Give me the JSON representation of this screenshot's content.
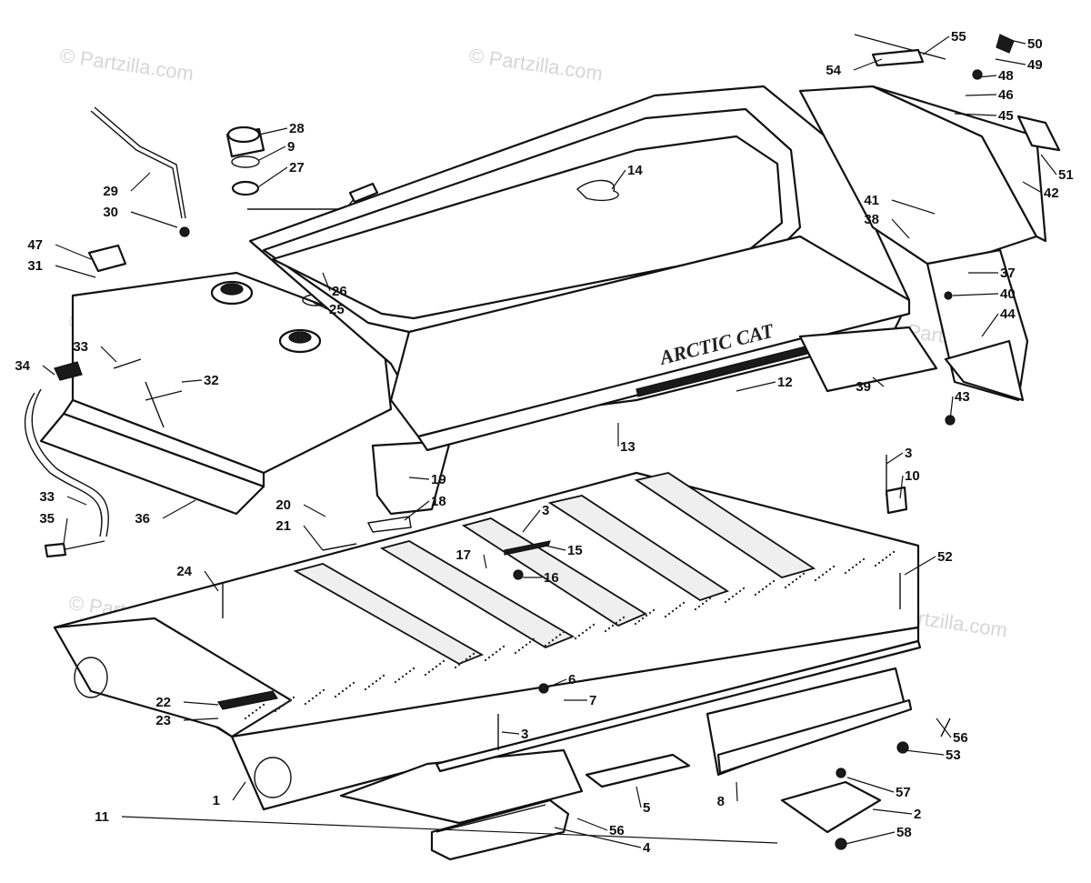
{
  "watermark": "© Partzilla.com",
  "brand_text": "ARCTIC CAT",
  "callouts": [
    "1",
    "2",
    "3",
    "3",
    "3",
    "4",
    "5",
    "6",
    "7",
    "8",
    "9",
    "10",
    "11",
    "12",
    "13",
    "14",
    "15",
    "16",
    "17",
    "18",
    "19",
    "20",
    "21",
    "22",
    "23",
    "24",
    "25",
    "26",
    "27",
    "28",
    "29",
    "30",
    "31",
    "32",
    "33",
    "33",
    "34",
    "35",
    "36",
    "37",
    "38",
    "39",
    "40",
    "41",
    "42",
    "43",
    "44",
    "45",
    "46",
    "48",
    "47",
    "49",
    "50",
    "51",
    "52",
    "53",
    "54",
    "55",
    "56",
    "56",
    "57",
    "58"
  ]
}
